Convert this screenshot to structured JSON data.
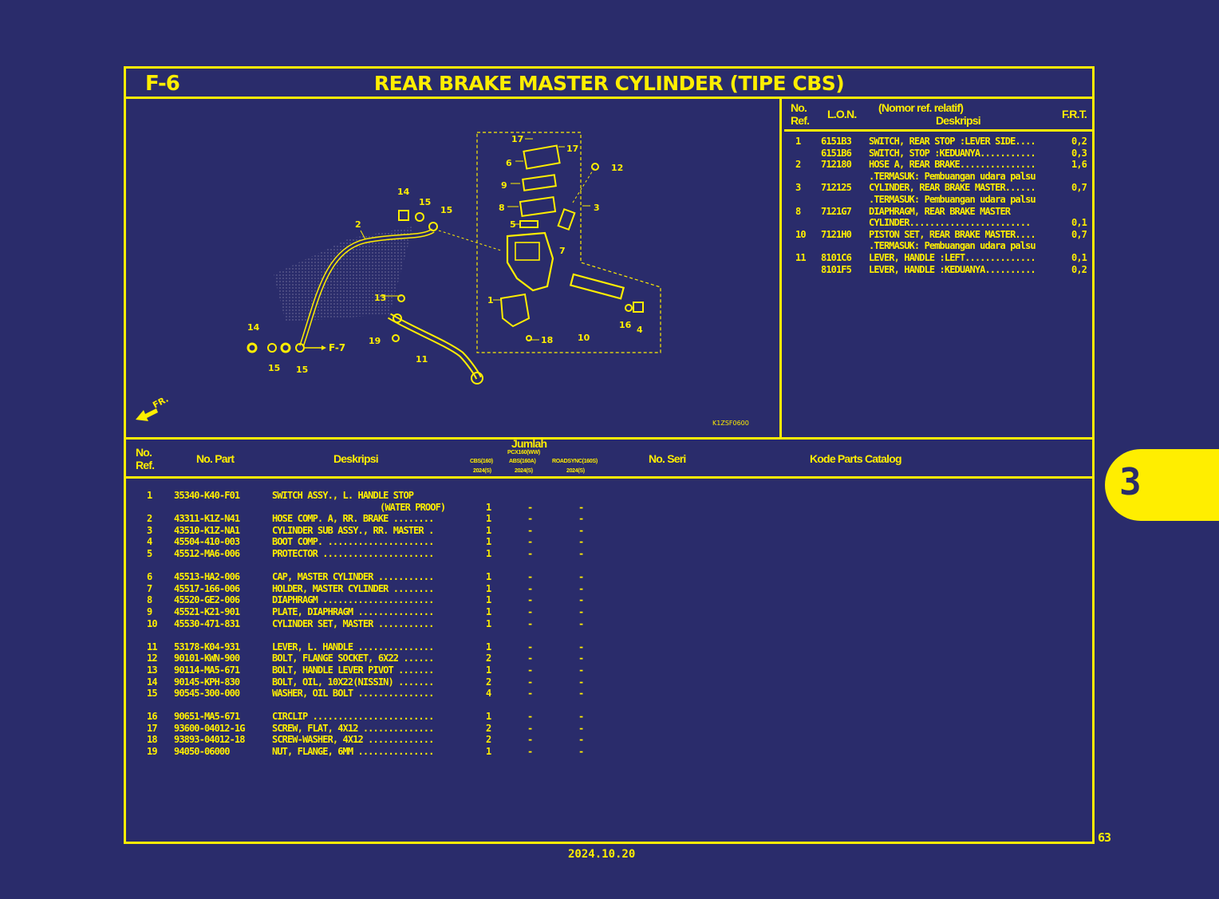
{
  "header": {
    "section_code": "F-6",
    "title": "REAR BRAKE MASTER CYLINDER (TIPE CBS)"
  },
  "diagram": {
    "callouts": [
      "17",
      "17",
      "6",
      "12",
      "9",
      "3",
      "8",
      "5",
      "7",
      "14",
      "15",
      "15",
      "2",
      "1",
      "13",
      "18",
      "10",
      "16",
      "4",
      "14",
      "15",
      "15",
      "19",
      "11"
    ],
    "ref_arrow": "F-7",
    "front_label": "FR.",
    "code": "K1ZSF0600"
  },
  "lon_table": {
    "headers": {
      "ref_line1": "No.",
      "ref_line2": "Ref.",
      "lon": "L.O.N.",
      "desc_note": "(Nomor ref. relatif)",
      "desc": "Deskripsi",
      "frt": "F.R.T."
    },
    "rows": [
      {
        "ref": "1",
        "lon": "6151B3",
        "desc": "SWITCH, REAR STOP :LEVER SIDE....",
        "frt": "0,2"
      },
      {
        "ref": "",
        "lon": "6151B6",
        "desc": "SWITCH, STOP :KEDUANYA...........",
        "frt": "0,3"
      },
      {
        "ref": "2",
        "lon": "712180",
        "desc": "HOSE A, REAR BRAKE...............",
        "frt": "1,6"
      },
      {
        "ref": "",
        "lon": "",
        "desc": ".TERMASUK: Pembuangan udara palsu",
        "frt": ""
      },
      {
        "ref": "3",
        "lon": "712125",
        "desc": "CYLINDER, REAR BRAKE MASTER......",
        "frt": "0,7"
      },
      {
        "ref": "",
        "lon": "",
        "desc": ".TERMASUK: Pembuangan udara palsu",
        "frt": ""
      },
      {
        "ref": "8",
        "lon": "7121G7",
        "desc": "DIAPHRAGM, REAR BRAKE MASTER",
        "frt": ""
      },
      {
        "ref": "",
        "lon": "",
        "desc": " CYLINDER........................",
        "frt": "0,1"
      },
      {
        "ref": "10",
        "lon": "7121H0",
        "desc": "PISTON SET, REAR BRAKE MASTER....",
        "frt": "0,7"
      },
      {
        "ref": "",
        "lon": "",
        "desc": ".TERMASUK: Pembuangan udara palsu",
        "frt": ""
      },
      {
        "ref": "11",
        "lon": "8101C6",
        "desc": "LEVER, HANDLE :LEFT..............",
        "frt": "0,1"
      },
      {
        "ref": "",
        "lon": "8101F5",
        "desc": "LEVER, HANDLE :KEDUANYA..........",
        "frt": "0,2"
      }
    ]
  },
  "parts_table": {
    "headers": {
      "ref_line1": "No.",
      "ref_line2": "Ref.",
      "part": "No. Part",
      "desc": "Deskripsi",
      "qty": "Jumlah",
      "qty_cols": [
        {
          "top": "",
          "mid": "CBS(160)",
          "bottom": "2024(S)"
        },
        {
          "top": "PCX160(WW)",
          "mid": "ABS(160A)",
          "bottom": "2024(S)"
        },
        {
          "top": "",
          "mid": "ROADSYNC(160S)",
          "bottom": "2024(S)"
        }
      ],
      "serial": "No. Seri",
      "catalog": "Kode Parts Catalog"
    },
    "groups": [
      [
        {
          "ref": "1",
          "part": "35340-K40-F01",
          "desc": "SWITCH ASSY., L. HANDLE STOP",
          "desc2": "(WATER PROOF)",
          "q1": "1",
          "q2": "-",
          "q3": "-"
        },
        {
          "ref": "2",
          "part": "43311-K1Z-N41",
          "desc": "HOSE COMP. A, RR. BRAKE ........",
          "q1": "1",
          "q2": "-",
          "q3": "-"
        },
        {
          "ref": "3",
          "part": "43510-K1Z-NA1",
          "desc": "CYLINDER SUB ASSY., RR. MASTER .",
          "q1": "1",
          "q2": "-",
          "q3": "-"
        },
        {
          "ref": "4",
          "part": "45504-410-003",
          "desc": "BOOT COMP. .....................",
          "q1": "1",
          "q2": "-",
          "q3": "-"
        },
        {
          "ref": "5",
          "part": "45512-MA6-006",
          "desc": "PROTECTOR ......................",
          "q1": "1",
          "q2": "-",
          "q3": "-"
        }
      ],
      [
        {
          "ref": "6",
          "part": "45513-HA2-006",
          "desc": "CAP, MASTER CYLINDER ...........",
          "q1": "1",
          "q2": "-",
          "q3": "-"
        },
        {
          "ref": "7",
          "part": "45517-166-006",
          "desc": "HOLDER, MASTER CYLINDER ........",
          "q1": "1",
          "q2": "-",
          "q3": "-"
        },
        {
          "ref": "8",
          "part": "45520-GE2-006",
          "desc": "DIAPHRAGM ......................",
          "q1": "1",
          "q2": "-",
          "q3": "-"
        },
        {
          "ref": "9",
          "part": "45521-K21-901",
          "desc": "PLATE, DIAPHRAGM ...............",
          "q1": "1",
          "q2": "-",
          "q3": "-"
        },
        {
          "ref": "10",
          "part": "45530-471-831",
          "desc": "CYLINDER SET, MASTER ...........",
          "q1": "1",
          "q2": "-",
          "q3": "-"
        }
      ],
      [
        {
          "ref": "11",
          "part": "53178-K04-931",
          "desc": "LEVER, L. HANDLE ...............",
          "q1": "1",
          "q2": "-",
          "q3": "-"
        },
        {
          "ref": "12",
          "part": "90101-KWN-900",
          "desc": "BOLT, FLANGE SOCKET, 6X22 ......",
          "q1": "2",
          "q2": "-",
          "q3": "-"
        },
        {
          "ref": "13",
          "part": "90114-MA5-671",
          "desc": "BOLT, HANDLE LEVER PIVOT .......",
          "q1": "1",
          "q2": "-",
          "q3": "-"
        },
        {
          "ref": "14",
          "part": "90145-KPH-830",
          "desc": "BOLT, OIL, 10X22(NISSIN) .......",
          "q1": "2",
          "q2": "-",
          "q3": "-"
        },
        {
          "ref": "15",
          "part": "90545-300-000",
          "desc": "WASHER, OIL BOLT ...............",
          "q1": "4",
          "q2": "-",
          "q3": "-"
        }
      ],
      [
        {
          "ref": "16",
          "part": "90651-MA5-671",
          "desc": "CIRCLIP ........................",
          "q1": "1",
          "q2": "-",
          "q3": "-"
        },
        {
          "ref": "17",
          "part": "93600-04012-1G",
          "desc": "SCREW, FLAT, 4X12 ..............",
          "q1": "2",
          "q2": "-",
          "q3": "-"
        },
        {
          "ref": "18",
          "part": "93893-04012-18",
          "desc": "SCREW-WASHER, 4X12 .............",
          "q1": "2",
          "q2": "-",
          "q3": "-"
        },
        {
          "ref": "19",
          "part": "94050-06000",
          "desc": "NUT, FLANGE, 6MM ...............",
          "q1": "1",
          "q2": "-",
          "q3": "-"
        }
      ]
    ]
  },
  "section_tab": "3",
  "page_number": "63",
  "date": "2024.10.20",
  "colors": {
    "background": "#2a2c6b",
    "foreground": "#ffee00"
  }
}
